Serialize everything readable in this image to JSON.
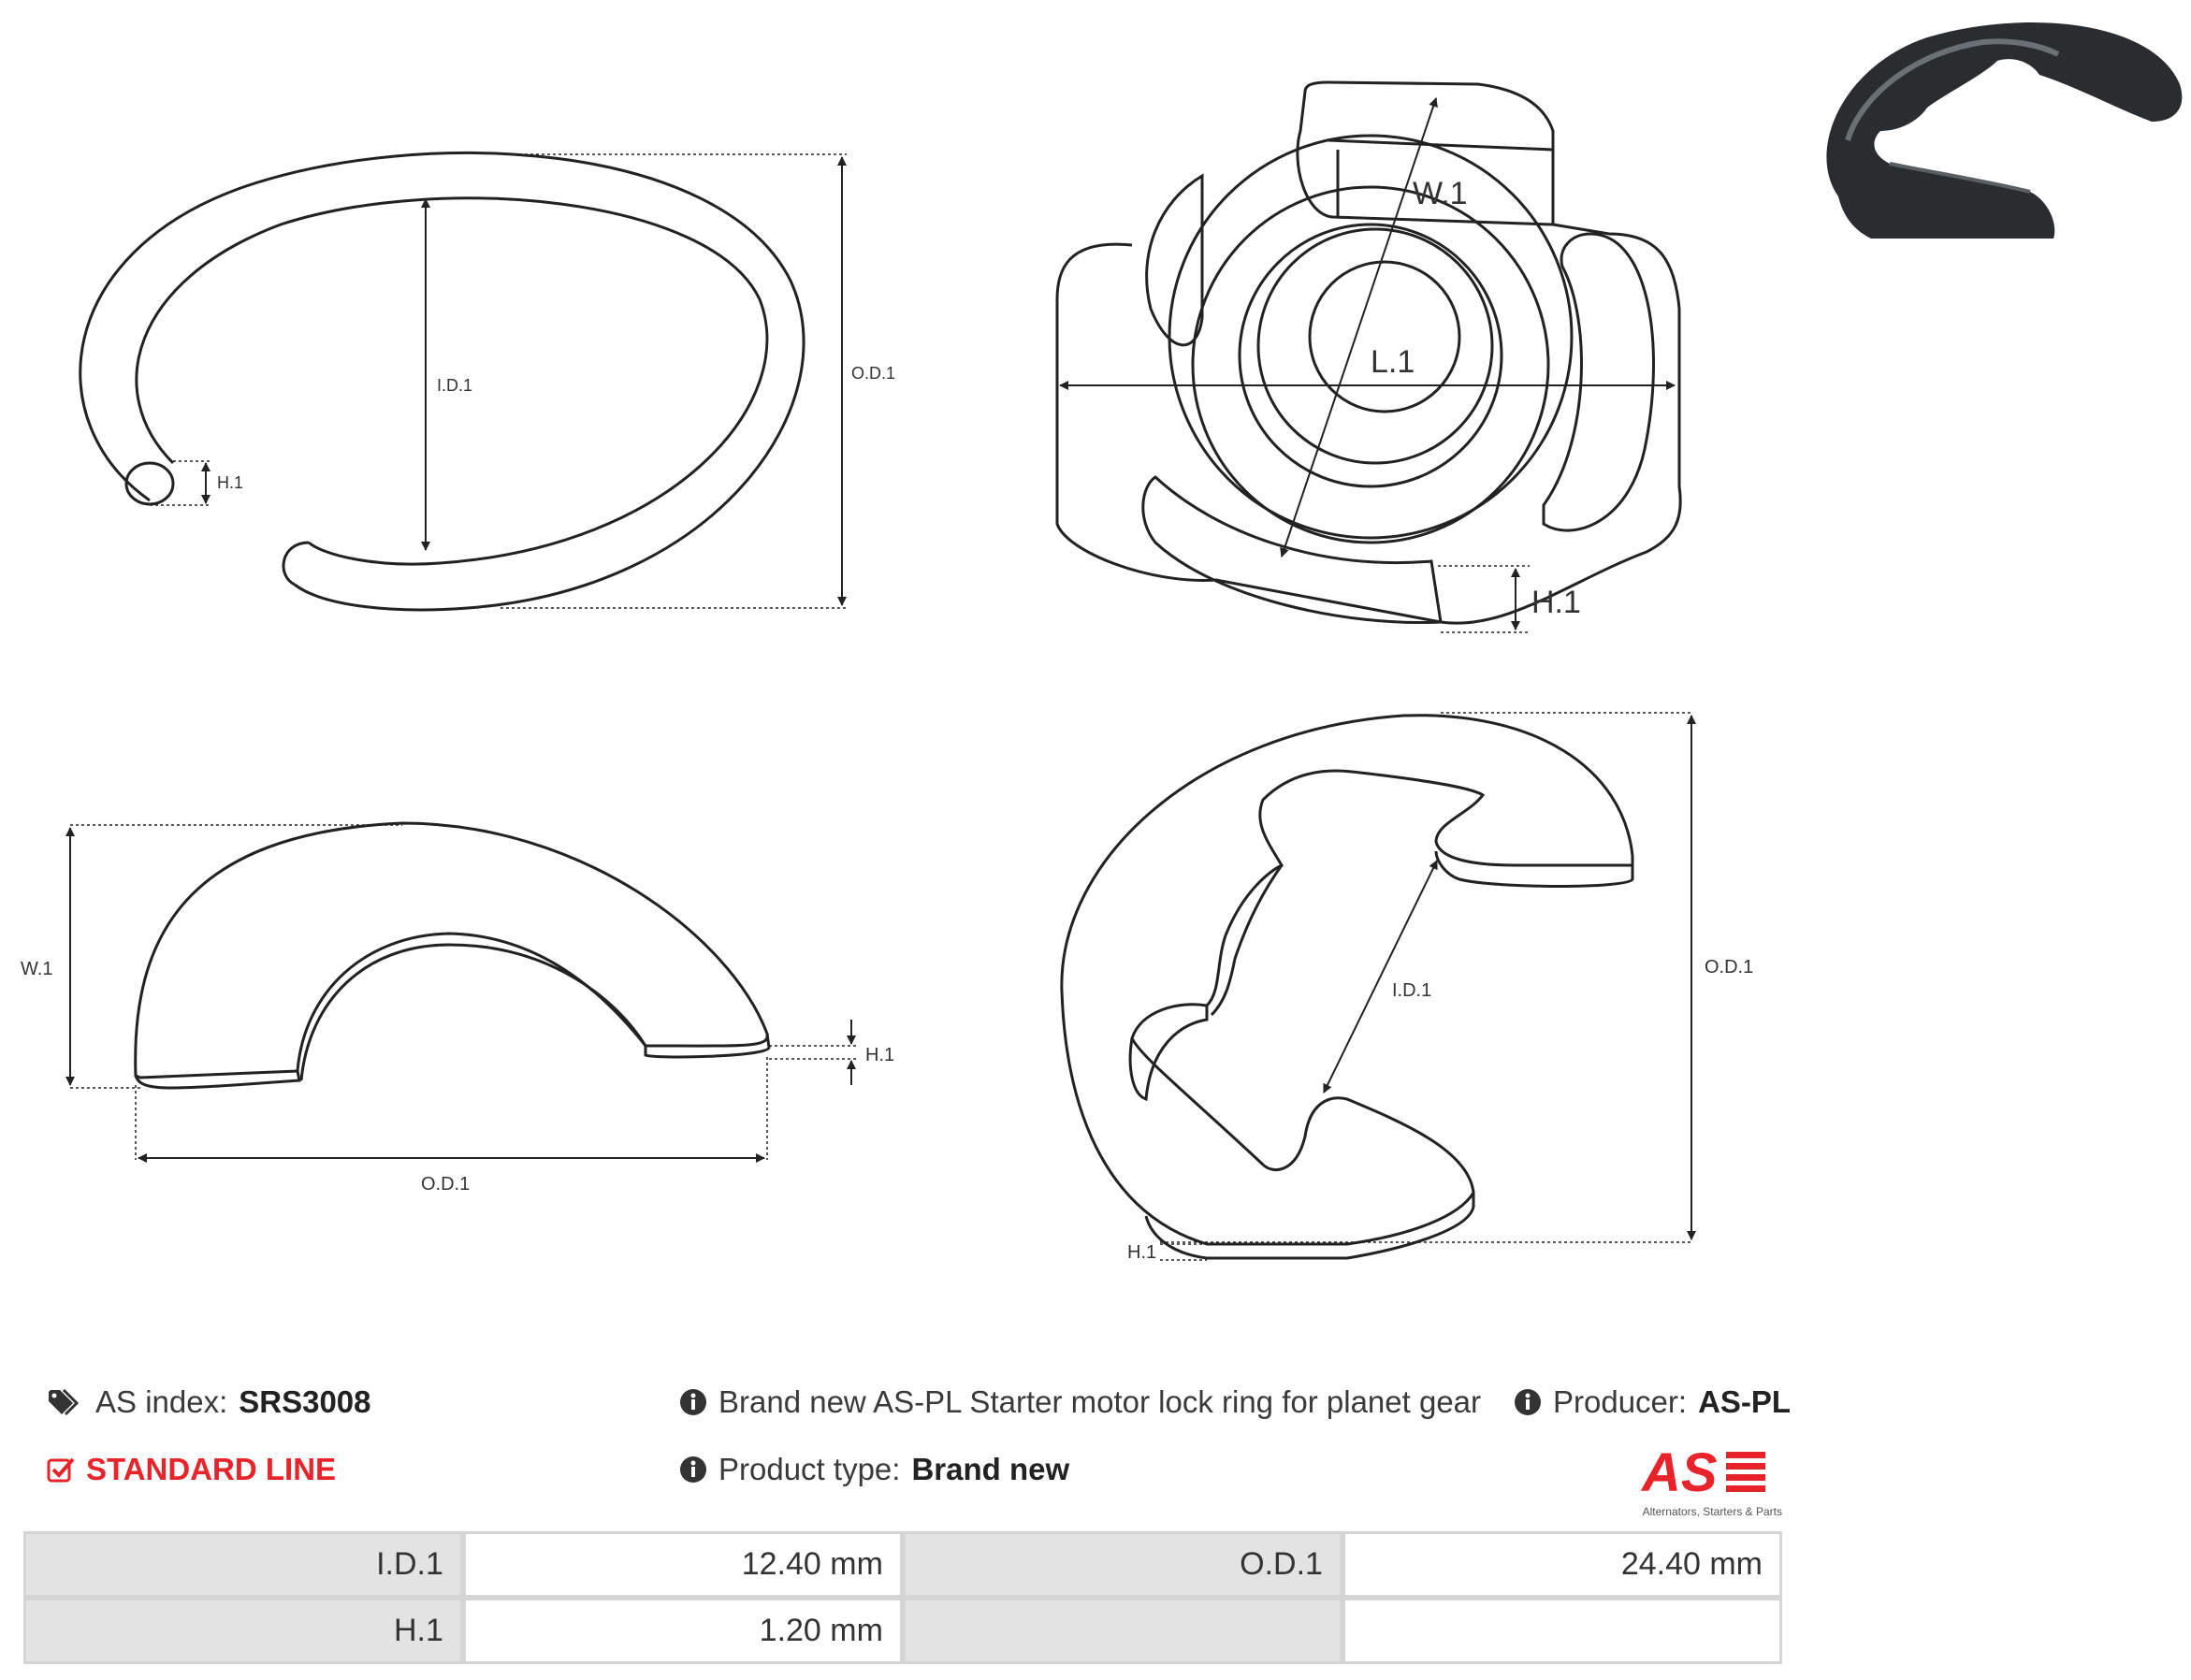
{
  "drawings": {
    "ring_front": {
      "id_label": "I.D.1",
      "od_label": "O.D.1",
      "h_label": "H.1"
    },
    "ring_iso": {
      "w_label": "W.1",
      "l_label": "L.1",
      "h_label": "H.1"
    },
    "ring_side": {
      "w_label": "W.1",
      "od_label": "O.D.1",
      "h_label": "H.1"
    },
    "ring_e": {
      "id_label": "I.D.1",
      "od_label": "O.D.1",
      "h_label": "H.1"
    }
  },
  "info": {
    "as_index_label": "AS index:",
    "as_index_value": "SRS3008",
    "standard_line": "STANDARD LINE",
    "description": "Brand new AS-PL Starter motor lock ring for planet gear",
    "producer_label": "Producer:",
    "producer_value": "AS-PL",
    "product_type_label": "Product type:",
    "product_type_value": "Brand new"
  },
  "logo": {
    "mark": "AS",
    "tagline": "Alternators, Starters & Parts",
    "color": "#e8232a"
  },
  "specs": [
    {
      "label1": "I.D.1",
      "value1": "12.40 mm",
      "label2": "O.D.1",
      "value2": "24.40 mm"
    },
    {
      "label1": "H.1",
      "value1": "1.20 mm",
      "label2": "",
      "value2": ""
    }
  ]
}
